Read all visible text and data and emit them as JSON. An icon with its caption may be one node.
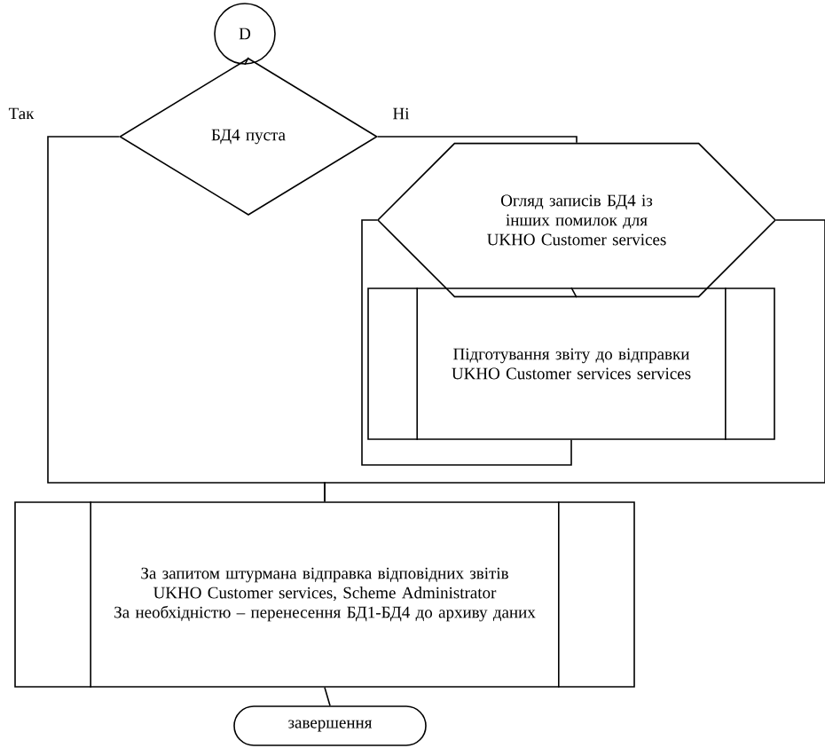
{
  "diagram": {
    "nodes": [
      {
        "text": [
          "D"
        ]
      },
      {
        "text": [
          "БД4 пуста"
        ]
      },
      {
        "text": [
          "Огляд записів БД4 із інших помилок для UKHO Customer services"
        ]
      },
      {
        "text": [
          "Підготування звіту до відправки UKHO Customer services services"
        ]
      },
      {
        "text": [
          "За запитом штурмана відправка відповідних звітів UKHO Customer services, Scheme Administrator",
          "За необхідністю – перенесення БД1-БД4 до архиву даних"
        ]
      },
      {
        "text": [
          "завершення"
        ]
      }
    ],
    "edges": [
      {
        "from": 0,
        "to": 1,
        "arrow": "none"
      },
      {
        "from": 1,
        "to": 4,
        "arrow": "none",
        "label": "Так"
      },
      {
        "from": 1,
        "to": 2,
        "arrow": "none",
        "label": "Ні"
      },
      {
        "from": 2,
        "to": 3,
        "arrow": "none"
      },
      {
        "from": 3,
        "to": 2,
        "arrow": "none"
      },
      {
        "from": 2,
        "to": 4,
        "arrow": "none"
      },
      {
        "from": 4,
        "to": 5,
        "arrow": "none"
      }
    ]
  }
}
